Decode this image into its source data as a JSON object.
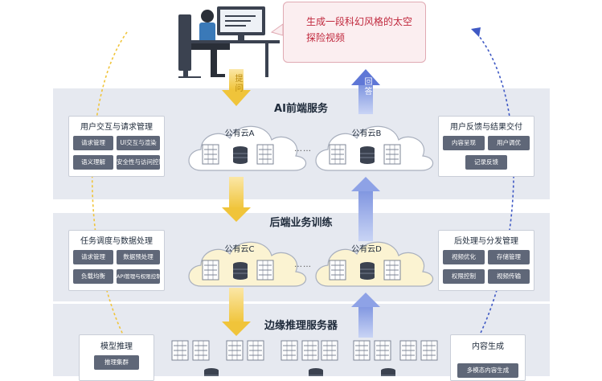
{
  "prompt": {
    "text": "生成一段科幻风格的太空探险视频"
  },
  "arrows": {
    "ask": "提问",
    "answer": "回答"
  },
  "layers": [
    {
      "title": "AI前端服务"
    },
    {
      "title": "后端业务训练"
    },
    {
      "title": "边缘推理服务器"
    }
  ],
  "clouds": [
    {
      "label": "公有云A",
      "color": "#ffffff"
    },
    {
      "label": "公有云B",
      "color": "#ffffff"
    },
    {
      "label": "公有云C",
      "color": "#fbf3d2"
    },
    {
      "label": "公有云D",
      "color": "#fbf3d2"
    }
  ],
  "ellipsis": "……",
  "panels": {
    "front_left": {
      "title": "用户交互与请求管理",
      "chips": [
        "请求管理",
        "UI交互与渲染",
        "语义理解",
        "安全性与访问控制"
      ]
    },
    "front_right": {
      "title": "用户反馈与结果交付",
      "chips": [
        "内容呈现",
        "用户调优",
        "记录反馈"
      ]
    },
    "back_left": {
      "title": "任务调度与数据处理",
      "chips": [
        "请求管理",
        "数据预处理",
        "负载均衡",
        "API管理与权限控制"
      ]
    },
    "back_right": {
      "title": "后处理与分发管理",
      "chips": [
        "视频优化",
        "存储管理",
        "权限控制",
        "视频传输"
      ]
    },
    "edge_left": {
      "title": "模型推理",
      "chips": [
        "推理集群"
      ]
    },
    "edge_right": {
      "title": "内容生成",
      "chips": [
        "多模态内容生成"
      ]
    }
  },
  "colors": {
    "accent_yellow": "#f0c43a",
    "accent_blue": "#3f59c4",
    "prompt_red": "#c0283d",
    "chip_gray": "#5f6778",
    "band_gray": "#e6e9f0"
  }
}
